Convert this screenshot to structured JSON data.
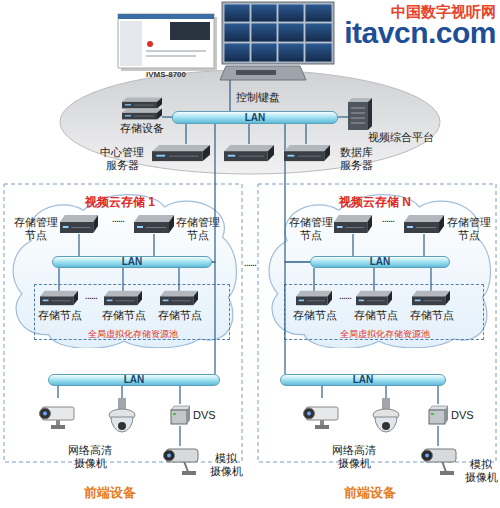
{
  "diagram": {
    "nodes": [
      {
        "text": [
          "LAN"
        ]
      },
      {
        "text": [
          "存储设备"
        ]
      },
      {
        "text": [
          "视频综合平台"
        ]
      },
      {
        "text": [
          "中心管理 服务器"
        ]
      },
      {
        "text": [
          "数据库 服务器"
        ]
      },
      {
        "text": [
          "视频云存储 1"
        ]
      },
      {
        "text": [
          "存储管理 节点"
        ],
        "in": 5
      },
      {
        "text": [
          "存储管理 节点"
        ],
        "in": 5
      },
      {
        "text": [
          "LAN"
        ],
        "in": 5
      },
      {
        "text": [
          "全局虚拟化存储资源池"
        ],
        "in": 5
      },
      {
        "text": [
          "存储节点"
        ],
        "in": 9
      },
      {
        "text": [
          "存储节点"
        ],
        "in": 9
      },
      {
        "text": [
          "存储节点"
        ],
        "in": 9
      },
      {
        "text": [
          "视频云存储 N"
        ]
      },
      {
        "text": [
          "存储管理 节点"
        ],
        "in": 13
      },
      {
        "text": [
          "存储管理 节点"
        ],
        "in": 13
      },
      {
        "text": [
          "LAN"
        ],
        "in": 13
      },
      {
        "text": [
          "全局虚拟化存储资源池"
        ],
        "in": 13
      },
      {
        "text": [
          "存储节点"
        ],
        "in": 17
      },
      {
        "text": [
          "存储节点"
        ],
        "in": 17
      },
      {
        "text": [
          "存储节点"
        ],
        "in": 17
      },
      {
        "text": [
          "LAN"
        ]
      },
      {
        "text": [
          "网络高清 摄像机"
        ]
      },
      {
        "text": [
          "DVS"
        ]
      },
      {
        "text": [
          "模拟 摄像机"
        ]
      },
      {
        "text": [
          "LAN"
        ]
      },
      {
        "text": [
          "网络高清 摄像机"
        ]
      },
      {
        "text": [
          "DVS"
        ]
      },
      {
        "text": [
          "模拟 摄像机"
        ]
      }
    ],
    "edges": [
      {
        "from": 0,
        "to": 1,
        "arrow": "none"
      },
      {
        "from": 0,
        "to": 2,
        "arrow": "none"
      },
      {
        "from": 0,
        "to": 3,
        "arrow": "none"
      },
      {
        "from": 0,
        "to": 4,
        "arrow": "none"
      },
      {
        "from": 0,
        "to": 8,
        "arrow": "none"
      },
      {
        "from": 0,
        "to": 16,
        "arrow": "none"
      },
      {
        "from": 8,
        "to": 6,
        "arrow": "none"
      },
      {
        "from": 8,
        "to": 7,
        "arrow": "none"
      },
      {
        "from": 8,
        "to": 10,
        "arrow": "none"
      },
      {
        "from": 8,
        "to": 11,
        "arrow": "none"
      },
      {
        "from": 8,
        "to": 12,
        "arrow": "none"
      },
      {
        "from": 8,
        "to": 21,
        "arrow": "none"
      },
      {
        "from": 16,
        "to": 14,
        "arrow": "none"
      },
      {
        "from": 16,
        "to": 15,
        "arrow": "none"
      },
      {
        "from": 16,
        "to": 18,
        "arrow": "none"
      },
      {
        "from": 16,
        "to": 19,
        "arrow": "none"
      },
      {
        "from": 16,
        "to": 20,
        "arrow": "none"
      },
      {
        "from": 16,
        "to": 25,
        "arrow": "none"
      },
      {
        "from": 21,
        "to": 22,
        "arrow": "none"
      },
      {
        "from": 21,
        "to": 23,
        "arrow": "none"
      },
      {
        "from": 23,
        "to": 24,
        "arrow": "none"
      },
      {
        "from": 25,
        "to": 26,
        "arrow": "none"
      },
      {
        "from": 25,
        "to": 27,
        "arrow": "none"
      },
      {
        "from": 27,
        "to": 28,
        "arrow": "none"
      }
    ],
    "labels": [
      "中国数字视听网",
      "itavcn.com",
      "iVMS-8700",
      "控制键盘",
      "......",
      "......",
      "......",
      "......",
      "......",
      "前端设备",
      "前端设备"
    ]
  }
}
